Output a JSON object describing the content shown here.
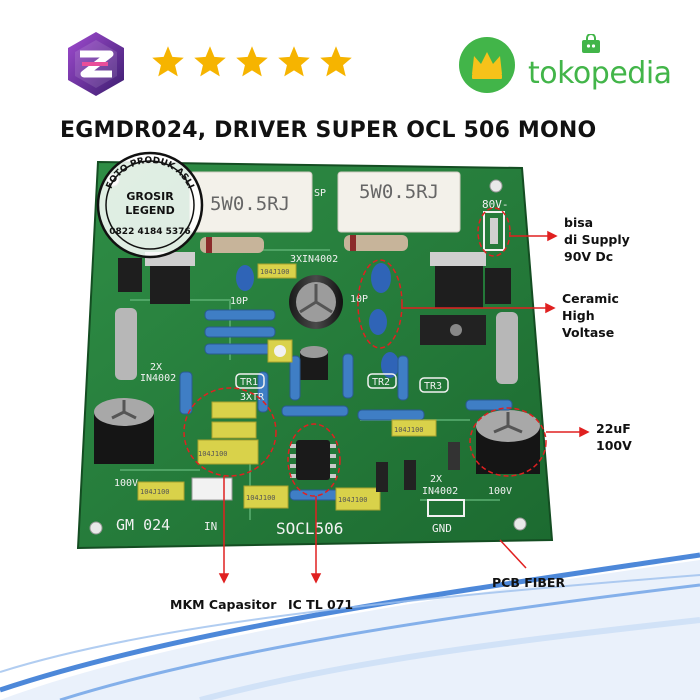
{
  "brand": {
    "logo_icon": "zeta-hexagon-logo",
    "stars": 5
  },
  "marketplace": {
    "name": "tokopedia",
    "icon": "owl-crown-icon",
    "bag_icon": "shopping-bag-icon"
  },
  "title": "EGMDR024, DRIVER SUPER OCL 506 MONO",
  "stamp": {
    "ring_text": "FOTO PRODUK ASLI",
    "line1": "GROSIR",
    "line2": "LEGEND",
    "phone": "0822 4184 5376"
  },
  "board": {
    "resistor_left": "5W0.5RJ",
    "resistor_right": "5W0.5RJ",
    "label_80v": "80V-",
    "label_diodes_top": "3XIN4002",
    "label_10p_left": "10P",
    "label_10p_right": "10P",
    "label_2x": "2X",
    "label_in4002_left": "IN4002",
    "label_tr1": "TR1",
    "label_tr2": "TR2",
    "label_tr3": "TR3",
    "label_3xtr": "3XTR",
    "label_100v_left": "100V",
    "label_100v_right": "100V",
    "label_2x_right": "2X",
    "label_in4002_right": "IN4002",
    "label_in": "IN",
    "label_gnd": "GND",
    "label_model": "GM 024",
    "label_socl": "SOCL506",
    "cap_code": "104J100",
    "label_sp": "SP"
  },
  "callouts": {
    "supply": [
      "bisa",
      "di Supply",
      "90V Dc"
    ],
    "ceramic": [
      "Ceramic",
      "High",
      "Voltase"
    ],
    "cap22": [
      "22uF",
      "100V"
    ],
    "pcb_fiber": "PCB FIBER",
    "mkm": "MKM Capasitor",
    "ic": "IC TL 071"
  },
  "colors": {
    "pcb_green": "#1f7a35",
    "pcb_light": "#3a9c52",
    "callout_red": "#e02020",
    "star": "#f6b400",
    "brand_purple": "#6a2f8f",
    "tokopedia_green": "#42b549",
    "wave_blue": "#3a7bd5"
  }
}
